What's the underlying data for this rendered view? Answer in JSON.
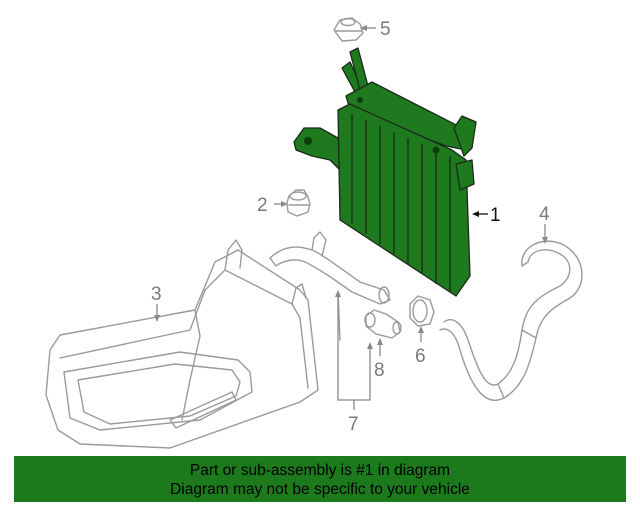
{
  "diagram": {
    "callouts": {
      "c1": "1",
      "c2": "2",
      "c3": "3",
      "c4": "4",
      "c5": "5",
      "c6": "6",
      "c7": "7",
      "c8": "8"
    },
    "highlight_color": "#1f7a1f"
  },
  "banner": {
    "line1": "Part or sub-assembly is #1 in diagram",
    "line2": "Diagram may not be specific to your vehicle",
    "color": "#1c7a1c"
  }
}
